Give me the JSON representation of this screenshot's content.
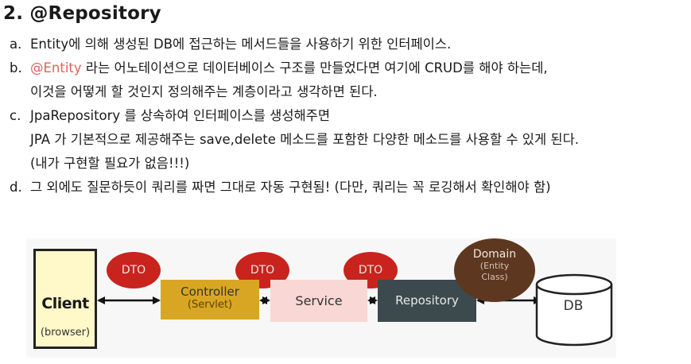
{
  "heading": "2. @Repository",
  "items": [
    {
      "marker": "a.",
      "text": "Entity에 의해 생성된 DB에 접근하는 메서드들을 사용하기 위한 인터페이스."
    },
    {
      "marker": "b.",
      "highlight": "@Entity",
      "text_after": " 라는 어노테이션으로 데이터베이스 구조를 만들었다면 여기에 CRUD를 해야 하는데,",
      "cont": "이것을 어떻게 할 것인지 정의해주는 계층이라고 생각하면 된다."
    },
    {
      "marker": "c.",
      "text": "JpaRepository 를 상속하여 인터페이스를 생성해주면",
      "cont1": "JPA 가 기본적으로 제공해주는 save,delete 메소드를 포함한 다양한 메소드를 사용할 수 있게 된다.",
      "cont2": "(내가 구현할 필요가 없음!!!)"
    },
    {
      "marker": "d.",
      "text": "그 외에도 질문하듯이 쿼리를 짜면 그대로 자동 구현됨! (다만, 쿼리는 꼭 로깅해서 확인해야 함)"
    }
  ],
  "diagram": {
    "client": "Client",
    "client_sub": "(browser)",
    "controller": "Controller",
    "controller_sub": "(Servlet)",
    "service": "Service",
    "repository": "Repository",
    "db": "DB",
    "dto1": "DTO",
    "dto2": "DTO",
    "dto3": "DTO",
    "domain": "Domain",
    "domain_sub1": "(Entity",
    "domain_sub2": "Class)"
  },
  "colors": {
    "highlight": "#e0625a",
    "dto": "#c8241d",
    "controller": "#d9a624",
    "service": "#f8d7d4",
    "repository": "#3c4a4e",
    "domain": "#5d3720",
    "client_bg": "#fff8c9"
  }
}
